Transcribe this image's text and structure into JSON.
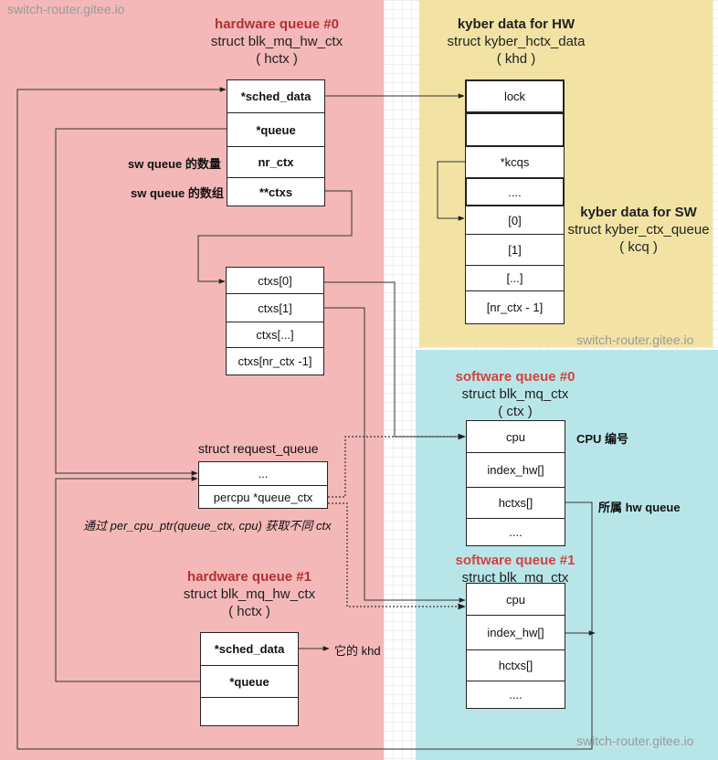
{
  "watermarks": [
    "switch-router.gitee.io",
    "switch-router.gitee.io",
    "switch-router.gitee.io"
  ],
  "hw_queue_0": {
    "heading": "hardware queue #0",
    "struct": "struct blk_mq_hw_ctx",
    "alias": "( hctx )",
    "fields": [
      "*sched_data",
      "*queue",
      "nr_ctx",
      "**ctxs"
    ]
  },
  "hw_queue_1": {
    "heading": "hardware queue #1",
    "struct": "struct blk_mq_hw_ctx",
    "alias": "( hctx )",
    "fields": [
      "*sched_data",
      "*queue",
      ""
    ]
  },
  "kyber_hw": {
    "heading": "kyber data for HW",
    "struct": "struct kyber_hctx_data",
    "alias": "( khd )",
    "fields": [
      "lock",
      "",
      "*kcqs",
      "...."
    ]
  },
  "kyber_sw": {
    "heading": "kyber data for SW",
    "struct": "struct kyber_ctx_queue",
    "alias": "( kcq )",
    "items": [
      "[0]",
      "[1]",
      "[...]",
      "[nr_ctx - 1]"
    ]
  },
  "ctxs_array": [
    "ctxs[0]",
    "ctxs[1]",
    "ctxs[...]",
    "ctxs[nr_ctx -1]"
  ],
  "request_queue": {
    "struct": "struct request_queue",
    "fields": [
      "...",
      "percpu *queue_ctx"
    ]
  },
  "sw_queue_0": {
    "heading": "software queue #0",
    "struct": "struct blk_mq_ctx",
    "alias": "( ctx )",
    "fields": [
      "cpu",
      "index_hw[]",
      "hctxs[]",
      "...."
    ]
  },
  "sw_queue_1": {
    "heading": "software queue #1",
    "struct": "struct blk_mq_ctx",
    "fields": [
      "cpu",
      "index_hw[]",
      "hctxs[]",
      "...."
    ]
  },
  "notes": {
    "sw_queue_count": "sw queue 的数量",
    "sw_queue_array": "sw queue 的数组",
    "per_cpu": "通过 per_cpu_ptr(queue_ctx, cpu) 获取不同 ctx",
    "its_khd": "它的 khd",
    "cpu_id": "CPU 编号",
    "owning_hw_queue": "所属 hw queue"
  }
}
